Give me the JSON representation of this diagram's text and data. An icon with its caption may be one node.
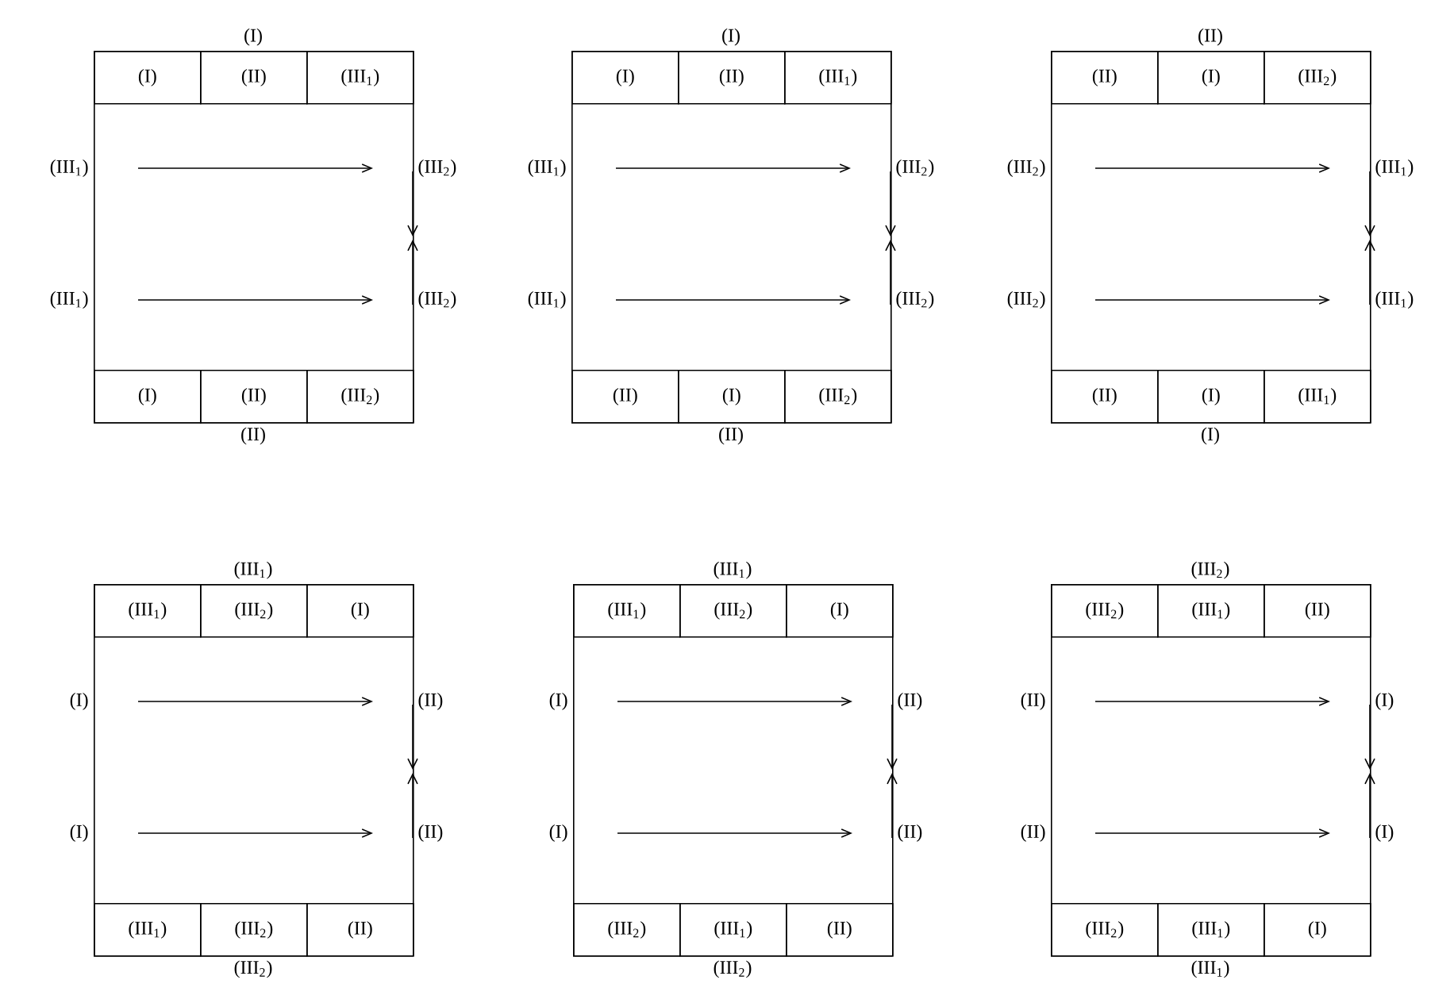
{
  "diagram": {
    "nodes": [
      {
        "text": [],
        "shape": "box",
        "beside": [
          "(I)",
          "(III$_{1}$)",
          "(III$_{2}$)",
          "(III$_{1}$)",
          "(III$_{2}$)",
          "(II)"
        ]
      },
      {
        "text": [
          "(I)"
        ],
        "in": 0
      },
      {
        "text": [
          "(II)"
        ],
        "in": 0
      },
      {
        "text": [
          "(III$_{1}$)"
        ],
        "in": 0
      },
      {
        "text": [
          "(I)"
        ],
        "in": 0
      },
      {
        "text": [
          "(II)"
        ],
        "in": 0
      },
      {
        "text": [
          "(III$_{2}$)"
        ],
        "in": 0
      },
      {
        "text": [],
        "shape": "box",
        "beside": [
          "(I)",
          "(III$_{1}$)",
          "(III$_{2}$)",
          "(III$_{1}$)",
          "(III$_{2}$)",
          "(II)"
        ]
      },
      {
        "text": [
          "(I)"
        ],
        "in": 7
      },
      {
        "text": [
          "(II)"
        ],
        "in": 7
      },
      {
        "text": [
          "(III$_{1}$)"
        ],
        "in": 7
      },
      {
        "text": [
          "(II)"
        ],
        "in": 7
      },
      {
        "text": [
          "(I)"
        ],
        "in": 7
      },
      {
        "text": [
          "(III$_{2}$)"
        ],
        "in": 7
      },
      {
        "text": [],
        "shape": "box",
        "beside": [
          "(II)",
          "(III$_{2}$)",
          "(III$_{1}$)",
          "(III$_{2}$)",
          "(III$_{1}$)",
          "(I)"
        ]
      },
      {
        "text": [
          "(II)"
        ],
        "in": 14
      },
      {
        "text": [
          "(I)"
        ],
        "in": 14
      },
      {
        "text": [
          "(III$_{2}$)"
        ],
        "in": 14
      },
      {
        "text": [
          "(II)"
        ],
        "in": 14
      },
      {
        "text": [
          "(I)"
        ],
        "in": 14
      },
      {
        "text": [
          "(III$_{1}$)"
        ],
        "in": 14
      },
      {
        "text": [],
        "shape": "box",
        "beside": [
          "(III$_{1}$)",
          "(I)",
          "(II)",
          "(I)",
          "(II)",
          "(III$_{2}$)"
        ]
      },
      {
        "text": [
          "(III$_{1}$)"
        ],
        "in": 21
      },
      {
        "text": [
          "(III$_{2}$)"
        ],
        "in": 21
      },
      {
        "text": [
          "(I)"
        ],
        "in": 21
      },
      {
        "text": [
          "(III$_{1}$)"
        ],
        "in": 21
      },
      {
        "text": [
          "(III$_{2}$)"
        ],
        "in": 21
      },
      {
        "text": [
          "(II)"
        ],
        "in": 21
      },
      {
        "text": [],
        "shape": "box",
        "beside": [
          "(III$_{1}$)",
          "(I)",
          "(II)",
          "(I)",
          "(II)",
          "(III$_{2}$)"
        ]
      },
      {
        "text": [
          "(III$_{1}$)"
        ],
        "in": 28
      },
      {
        "text": [
          "(III$_{2}$)"
        ],
        "in": 28
      },
      {
        "text": [
          "(I)"
        ],
        "in": 28
      },
      {
        "text": [
          "(III$_{2}$)"
        ],
        "in": 28
      },
      {
        "text": [
          "(III$_{1}$)"
        ],
        "in": 28
      },
      {
        "text": [
          "(II)"
        ],
        "in": 28
      },
      {
        "text": [],
        "shape": "box",
        "beside": [
          "(III$_{2}$)",
          "(II)",
          "(I)",
          "(II)",
          "(I)",
          "(III$_{1}$)"
        ]
      },
      {
        "text": [
          "(III$_{2}$)"
        ],
        "in": 35
      },
      {
        "text": [
          "(III$_{1}$)"
        ],
        "in": 35
      },
      {
        "text": [
          "(II)"
        ],
        "in": 35
      },
      {
        "text": [
          "(III$_{2}$)"
        ],
        "in": 35
      },
      {
        "text": [
          "(III$_{1}$)"
        ],
        "in": 35
      },
      {
        "text": [
          "(I)"
        ],
        "in": 35
      }
    ]
  }
}
